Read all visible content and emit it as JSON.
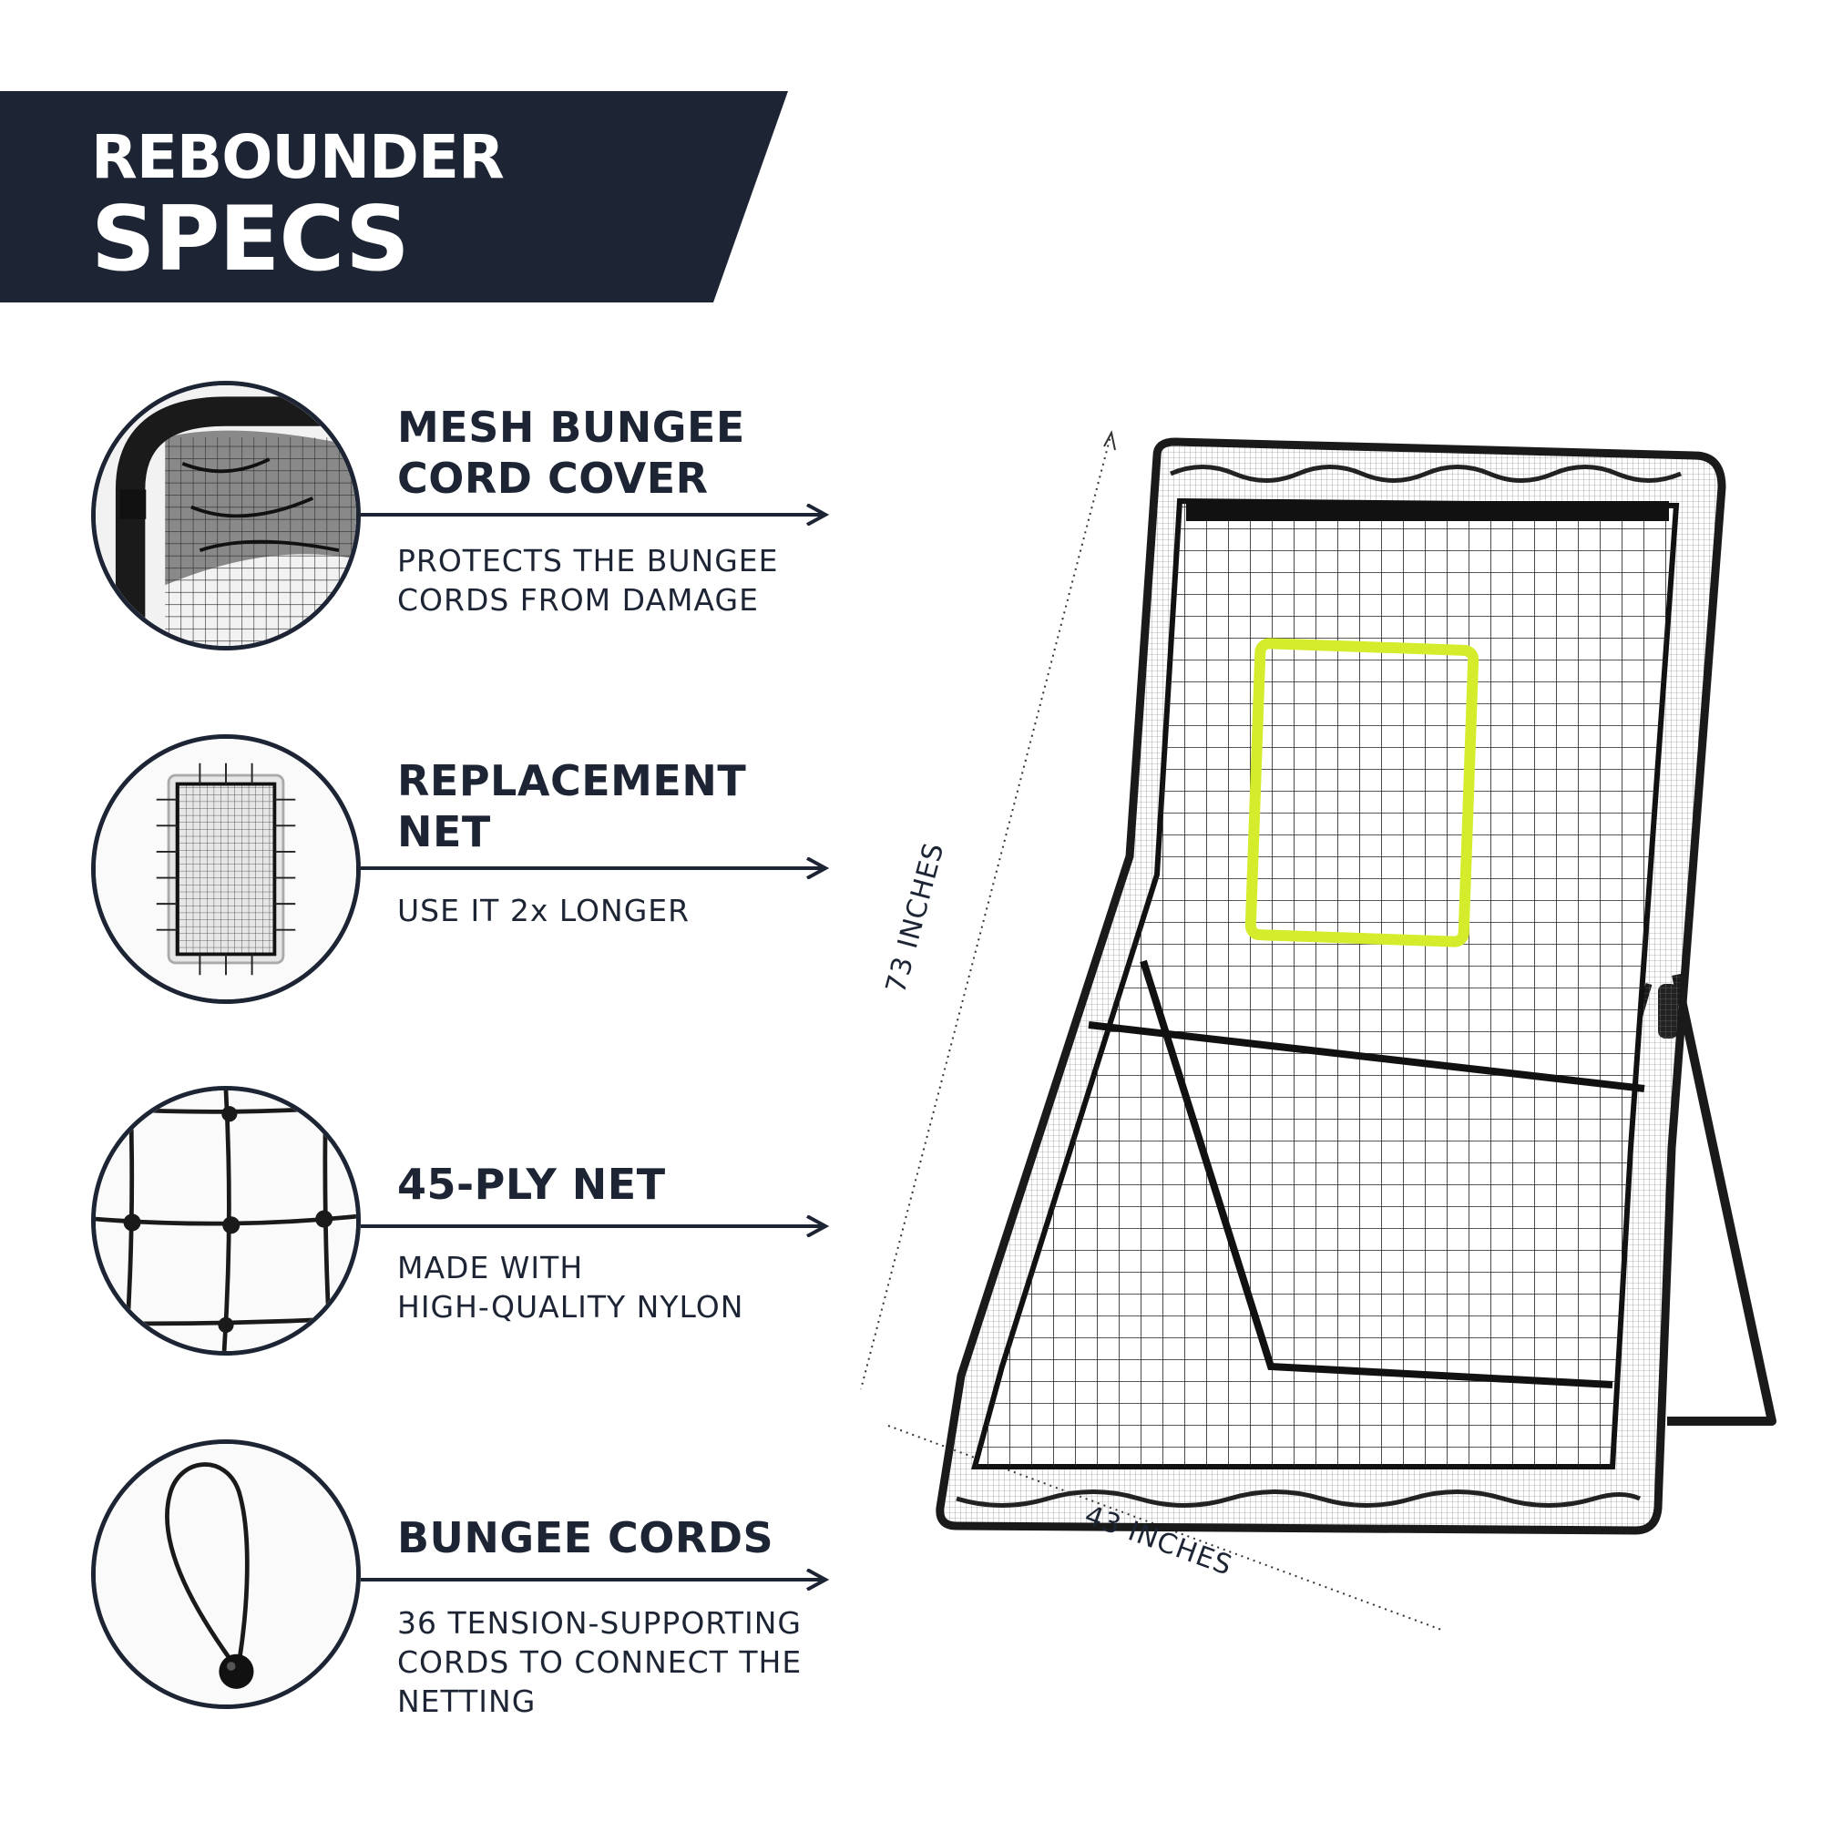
{
  "banner": {
    "line1": "REBOUNDER",
    "line2": "SPECS",
    "color": "#1d2535"
  },
  "features": [
    {
      "title_lines": [
        "MESH BUNGEE",
        "CORD COVER"
      ],
      "desc_lines": [
        "PROTECTS THE BUNGEE",
        "CORDS FROM DAMAGE"
      ],
      "icon": "mesh-cover-closeup"
    },
    {
      "title_lines": [
        "REPLACEMENT",
        "NET"
      ],
      "desc_lines": [
        "USE IT 2x LONGER"
      ],
      "icon": "replacement-net"
    },
    {
      "title_lines": [
        "45-PLY NET"
      ],
      "desc_lines": [
        "MADE WITH",
        "HIGH-QUALITY NYLON"
      ],
      "icon": "net-closeup"
    },
    {
      "title_lines": [
        "BUNGEE CORDS"
      ],
      "desc_lines": [
        "36 TENSION-SUPPORTING",
        "CORDS TO CONNECT THE",
        "NETTING"
      ],
      "icon": "bungee-cord"
    }
  ],
  "dimensions": {
    "height": "73 INCHES",
    "width": "43 INCHES"
  },
  "colors": {
    "navy": "#1d2535",
    "target": "#d4ec2b",
    "frame": "#1a1a1a"
  }
}
